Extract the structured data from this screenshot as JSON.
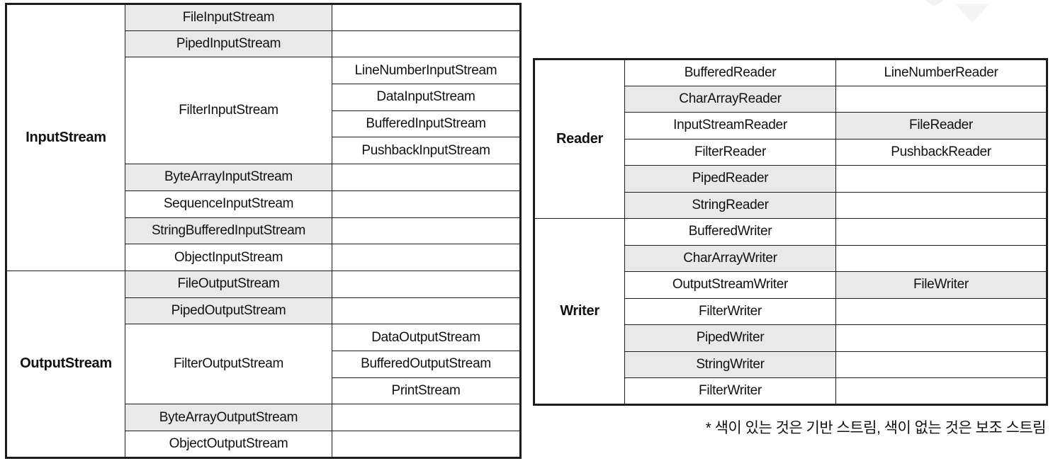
{
  "colors": {
    "base_stream_fill": "#e9e9e9",
    "aux_stream_fill": "#ffffff",
    "border": "#1c1c1c",
    "text": "#111111",
    "watermark": "#f5f5f5"
  },
  "footnote": {
    "text": "* 색이 있는 것은 기반 스트림, 색이 없는 것은 보조 스트림"
  },
  "tables": [
    {
      "id": "byte-stream-table",
      "groups": [
        {
          "label": "InputStream",
          "rows": [
            [
              {
                "col": 2,
                "text": "FileInputStream",
                "shaded": true
              },
              {
                "col": 3,
                "text": "",
                "shaded": false
              }
            ],
            [
              {
                "col": 2,
                "text": "PipedInputStream",
                "shaded": true
              },
              {
                "col": 3,
                "text": "",
                "shaded": false
              }
            ],
            [
              {
                "col": 2,
                "text": "FilterInputStream",
                "shaded": false,
                "rowspan": 4
              },
              {
                "col": 3,
                "text": "LineNumberInputStream",
                "shaded": false
              }
            ],
            [
              {
                "col": 3,
                "text": "DataInputStream",
                "shaded": false
              }
            ],
            [
              {
                "col": 3,
                "text": "BufferedInputStream",
                "shaded": false
              }
            ],
            [
              {
                "col": 3,
                "text": "PushbackInputStream",
                "shaded": false
              }
            ],
            [
              {
                "col": 2,
                "text": "ByteArrayInputStream",
                "shaded": true
              },
              {
                "col": 3,
                "text": "",
                "shaded": false
              }
            ],
            [
              {
                "col": 2,
                "text": "SequenceInputStream",
                "shaded": false
              },
              {
                "col": 3,
                "text": "",
                "shaded": false
              }
            ],
            [
              {
                "col": 2,
                "text": "StringBufferedInputStream",
                "shaded": true
              },
              {
                "col": 3,
                "text": "",
                "shaded": false
              }
            ],
            [
              {
                "col": 2,
                "text": "ObjectInputStream",
                "shaded": false
              },
              {
                "col": 3,
                "text": "",
                "shaded": false
              }
            ]
          ]
        },
        {
          "label": "OutputStream",
          "rows": [
            [
              {
                "col": 2,
                "text": "FileOutputStream",
                "shaded": true
              },
              {
                "col": 3,
                "text": "",
                "shaded": false
              }
            ],
            [
              {
                "col": 2,
                "text": "PipedOutputStream",
                "shaded": true
              },
              {
                "col": 3,
                "text": "",
                "shaded": false
              }
            ],
            [
              {
                "col": 2,
                "text": "FilterOutputStream",
                "shaded": false,
                "rowspan": 3
              },
              {
                "col": 3,
                "text": "DataOutputStream",
                "shaded": false
              }
            ],
            [
              {
                "col": 3,
                "text": "BufferedOutputStream",
                "shaded": false
              }
            ],
            [
              {
                "col": 3,
                "text": "PrintStream",
                "shaded": false
              }
            ],
            [
              {
                "col": 2,
                "text": "ByteArrayOutputStream",
                "shaded": true
              },
              {
                "col": 3,
                "text": "",
                "shaded": false
              }
            ],
            [
              {
                "col": 2,
                "text": "ObjectOutputStream",
                "shaded": false
              },
              {
                "col": 3,
                "text": "",
                "shaded": false
              }
            ]
          ]
        }
      ]
    },
    {
      "id": "char-stream-table",
      "groups": [
        {
          "label": "Reader",
          "rows": [
            [
              {
                "col": 2,
                "text": "BufferedReader",
                "shaded": false
              },
              {
                "col": 3,
                "text": "LineNumberReader",
                "shaded": false
              }
            ],
            [
              {
                "col": 2,
                "text": "CharArrayReader",
                "shaded": true
              },
              {
                "col": 3,
                "text": "",
                "shaded": false
              }
            ],
            [
              {
                "col": 2,
                "text": "InputStreamReader",
                "shaded": false
              },
              {
                "col": 3,
                "text": "FileReader",
                "shaded": true
              }
            ],
            [
              {
                "col": 2,
                "text": "FilterReader",
                "shaded": false
              },
              {
                "col": 3,
                "text": "PushbackReader",
                "shaded": false
              }
            ],
            [
              {
                "col": 2,
                "text": "PipedReader",
                "shaded": true
              },
              {
                "col": 3,
                "text": "",
                "shaded": false
              }
            ],
            [
              {
                "col": 2,
                "text": "StringReader",
                "shaded": true
              },
              {
                "col": 3,
                "text": "",
                "shaded": false
              }
            ]
          ]
        },
        {
          "label": "Writer",
          "rows": [
            [
              {
                "col": 2,
                "text": "BufferedWriter",
                "shaded": false
              },
              {
                "col": 3,
                "text": "",
                "shaded": false
              }
            ],
            [
              {
                "col": 2,
                "text": "CharArrayWriter",
                "shaded": true
              },
              {
                "col": 3,
                "text": "",
                "shaded": false
              }
            ],
            [
              {
                "col": 2,
                "text": "OutputStreamWriter",
                "shaded": false
              },
              {
                "col": 3,
                "text": "FileWriter",
                "shaded": true
              }
            ],
            [
              {
                "col": 2,
                "text": "FilterWriter",
                "shaded": false
              },
              {
                "col": 3,
                "text": "",
                "shaded": false
              }
            ],
            [
              {
                "col": 2,
                "text": "PipedWriter",
                "shaded": true
              },
              {
                "col": 3,
                "text": "",
                "shaded": false
              }
            ],
            [
              {
                "col": 2,
                "text": "StringWriter",
                "shaded": true
              },
              {
                "col": 3,
                "text": "",
                "shaded": false
              }
            ],
            [
              {
                "col": 2,
                "text": "FilterWriter",
                "shaded": false
              },
              {
                "col": 3,
                "text": "",
                "shaded": false
              }
            ]
          ]
        }
      ]
    }
  ]
}
